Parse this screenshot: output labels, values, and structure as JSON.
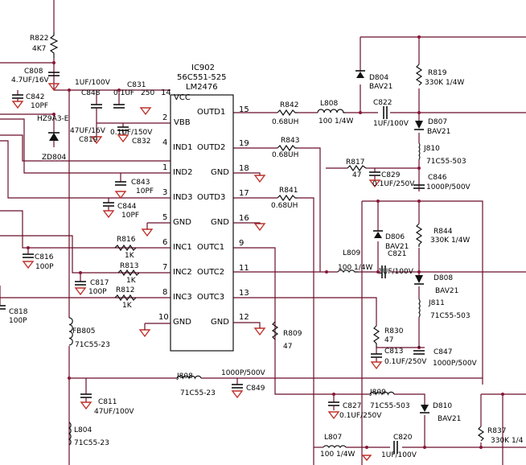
{
  "ic": {
    "ref": "IC902",
    "part": "56C551-525",
    "model": "LM2476",
    "pins": [
      {
        "num": "14",
        "name": "VCC"
      },
      {
        "num": "2",
        "name": "VBB"
      },
      {
        "num": "4",
        "name": "IND1"
      },
      {
        "num": "1",
        "name": "IND2"
      },
      {
        "num": "3",
        "name": "IND3"
      },
      {
        "num": "5",
        "name": "GND"
      },
      {
        "num": "6",
        "name": "INC1"
      },
      {
        "num": "7",
        "name": "INC2"
      },
      {
        "num": "8",
        "name": "INC3"
      },
      {
        "num": "10",
        "name": "GND"
      },
      {
        "num": "15",
        "name": "OUTD1"
      },
      {
        "num": "19",
        "name": "OUTD2"
      },
      {
        "num": "18",
        "name": "GND"
      },
      {
        "num": "17",
        "name": "OUTD3"
      },
      {
        "num": "16",
        "name": "GND"
      },
      {
        "num": "9",
        "name": "OUTC1"
      },
      {
        "num": "11",
        "name": "OUTC2"
      },
      {
        "num": "13",
        "name": "OUTC3"
      },
      {
        "num": "12",
        "name": "GND"
      }
    ]
  },
  "components": [
    {
      "ref": "R822",
      "value": "4K7"
    },
    {
      "ref": "C808",
      "value": "4.7UF/16V"
    },
    {
      "ref": "C842",
      "value": "10PF"
    },
    {
      "ref": "HZ9A3-E",
      "value": ""
    },
    {
      "ref": "ZD804",
      "value": ""
    },
    {
      "ref": "C848",
      "value": "1UF/100V"
    },
    {
      "ref": "C831",
      "value": "0.1UF"
    },
    {
      "ref": "",
      "value": "250"
    },
    {
      "ref": "C819",
      "value": "47UF/16V"
    },
    {
      "ref": "C832",
      "value": "0.1UF/150V"
    },
    {
      "ref": "C843",
      "value": "10PF"
    },
    {
      "ref": "C844",
      "value": "10PF"
    },
    {
      "ref": "R816",
      "value": "1K"
    },
    {
      "ref": "R813",
      "value": "1K"
    },
    {
      "ref": "R812",
      "value": "1K"
    },
    {
      "ref": "C816",
      "value": "100P"
    },
    {
      "ref": "C817",
      "value": "100P"
    },
    {
      "ref": "C818",
      "value": "100P"
    },
    {
      "ref": "FB805",
      "value": "71C55-23"
    },
    {
      "ref": "C811",
      "value": "47UF/100V"
    },
    {
      "ref": "L804",
      "value": "71C55-23"
    },
    {
      "ref": "J808",
      "value": "71C55-23"
    },
    {
      "ref": "C849",
      "value": "1000P/500V"
    },
    {
      "ref": "R842",
      "value": "0.68UH"
    },
    {
      "ref": "R843",
      "value": "0.68UH"
    },
    {
      "ref": "R841",
      "value": "0.68UH"
    },
    {
      "ref": "L808",
      "value": "100 1/4W"
    },
    {
      "ref": "C822",
      "value": "1UF/100V"
    },
    {
      "ref": "D804",
      "value": "BAV21"
    },
    {
      "ref": "R819",
      "value": "330K 1/4W"
    },
    {
      "ref": "D807",
      "value": "BAV21"
    },
    {
      "ref": "J810",
      "value": "71C55-503"
    },
    {
      "ref": "R817",
      "value": "47"
    },
    {
      "ref": "C829",
      "value": "0.1UF/250V"
    },
    {
      "ref": "C846",
      "value": "1000P/500V"
    },
    {
      "ref": "D806",
      "value": "BAV21"
    },
    {
      "ref": "R844",
      "value": "330K 1/4W"
    },
    {
      "ref": "L809",
      "value": "100 1/4W"
    },
    {
      "ref": "C821",
      "value": "1UF/100V"
    },
    {
      "ref": "D808",
      "value": "BAV21"
    },
    {
      "ref": "J811",
      "value": "71C55-503"
    },
    {
      "ref": "R830",
      "value": "47"
    },
    {
      "ref": "C813",
      "value": "0.1UF/250V"
    },
    {
      "ref": "C847",
      "value": "1000P/500V"
    },
    {
      "ref": "R809",
      "value": "47"
    },
    {
      "ref": "C827",
      "value": "0.1UF/250V"
    },
    {
      "ref": "J809",
      "value": "71C55-503"
    },
    {
      "ref": "D810",
      "value": "BAV21"
    },
    {
      "ref": "L807",
      "value": "100 1/4W"
    },
    {
      "ref": "C820",
      "value": "1UF/100V"
    },
    {
      "ref": "R837",
      "value": "330K 1/4"
    }
  ]
}
